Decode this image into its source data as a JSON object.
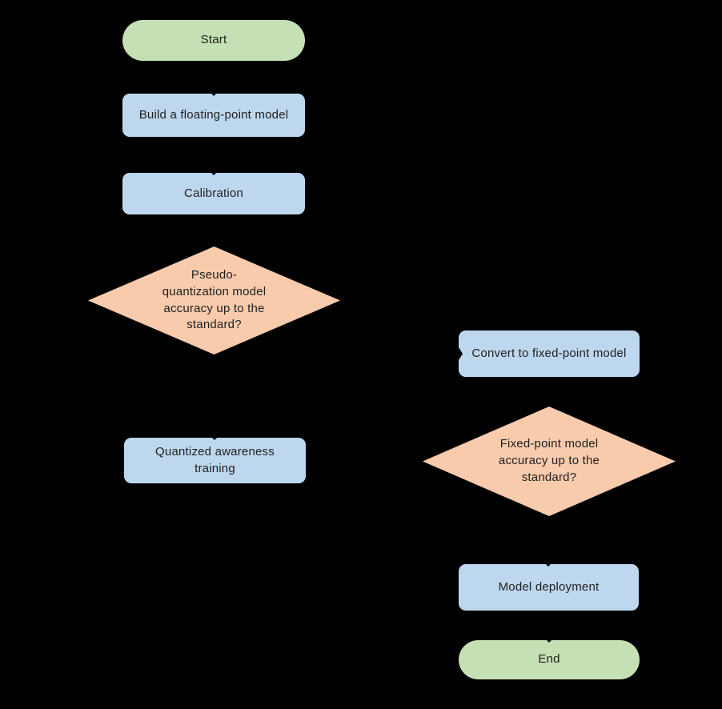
{
  "flowchart": {
    "background_color": "#000000",
    "colors": {
      "background": "#000000",
      "terminator_fill": "#c5e0b4",
      "process_fill": "#bdd7ee",
      "decision_fill": "#f8cbad",
      "text_color": "#1f1f1f"
    },
    "nodes": {
      "start": {
        "type": "terminator",
        "label": "Start"
      },
      "build": {
        "type": "process",
        "label": "Build a floating-point model"
      },
      "calibration": {
        "type": "process",
        "label": "Calibration"
      },
      "pseudo_decision": {
        "type": "decision",
        "label": "Pseudo-\nquantization model\naccuracy up to the\nstandard?"
      },
      "convert": {
        "type": "process",
        "label": "Convert to fixed-point model"
      },
      "qat": {
        "type": "process",
        "label": "Quantized awareness\ntraining"
      },
      "fixed_decision": {
        "type": "decision",
        "label": "Fixed-point model\naccuracy up to the\nstandard?"
      },
      "deploy": {
        "type": "process",
        "label": "Model deployment"
      },
      "end": {
        "type": "terminator",
        "label": "End"
      }
    }
  }
}
